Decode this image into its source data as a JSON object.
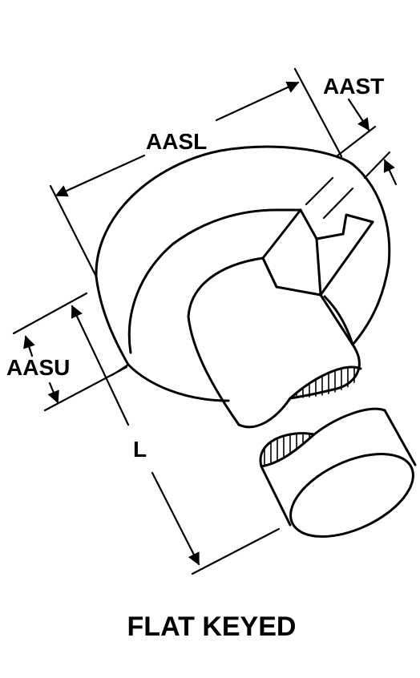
{
  "dimensions": {
    "aasl": "AASL",
    "aast": "AAST",
    "aasu": "AASU",
    "l": "L"
  },
  "caption": "FLAT KEYED",
  "colors": {
    "line": "#000000",
    "background": "#ffffff"
  }
}
